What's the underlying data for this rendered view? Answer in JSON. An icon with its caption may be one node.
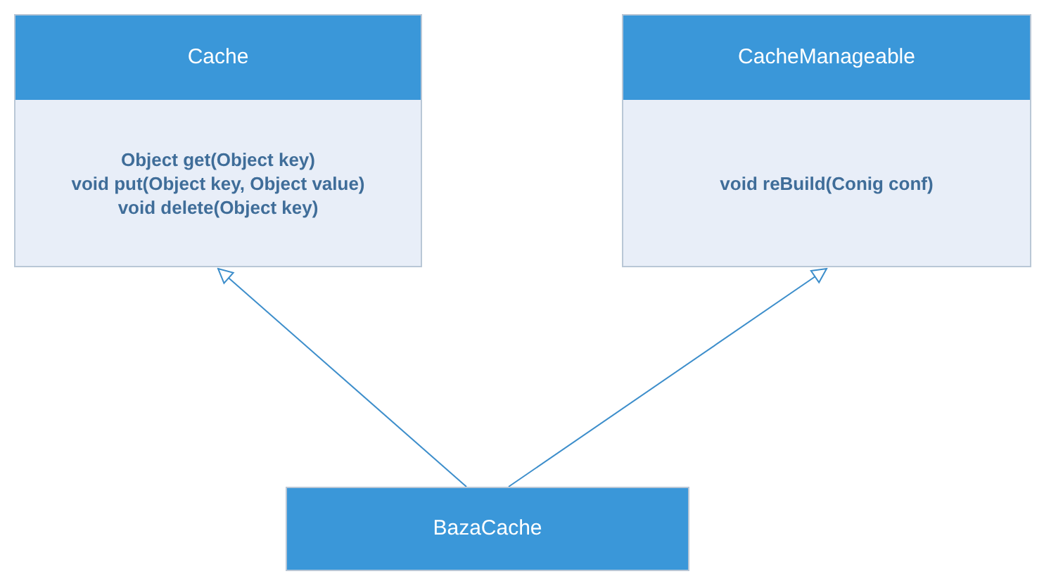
{
  "diagram": {
    "nodes": [
      {
        "text": [
          "Cache",
          "Object get(Object key)",
          "void put(Object key, Object value)",
          "void delete(Object key)"
        ]
      },
      {
        "text": [
          "CacheManageable",
          "void reBuild(Conig conf)"
        ]
      },
      {
        "text": [
          "BazaCache"
        ]
      }
    ],
    "edges": [
      {
        "from": 2,
        "to": 0,
        "arrow": "to"
      },
      {
        "from": 2,
        "to": 1,
        "arrow": "to"
      }
    ]
  }
}
